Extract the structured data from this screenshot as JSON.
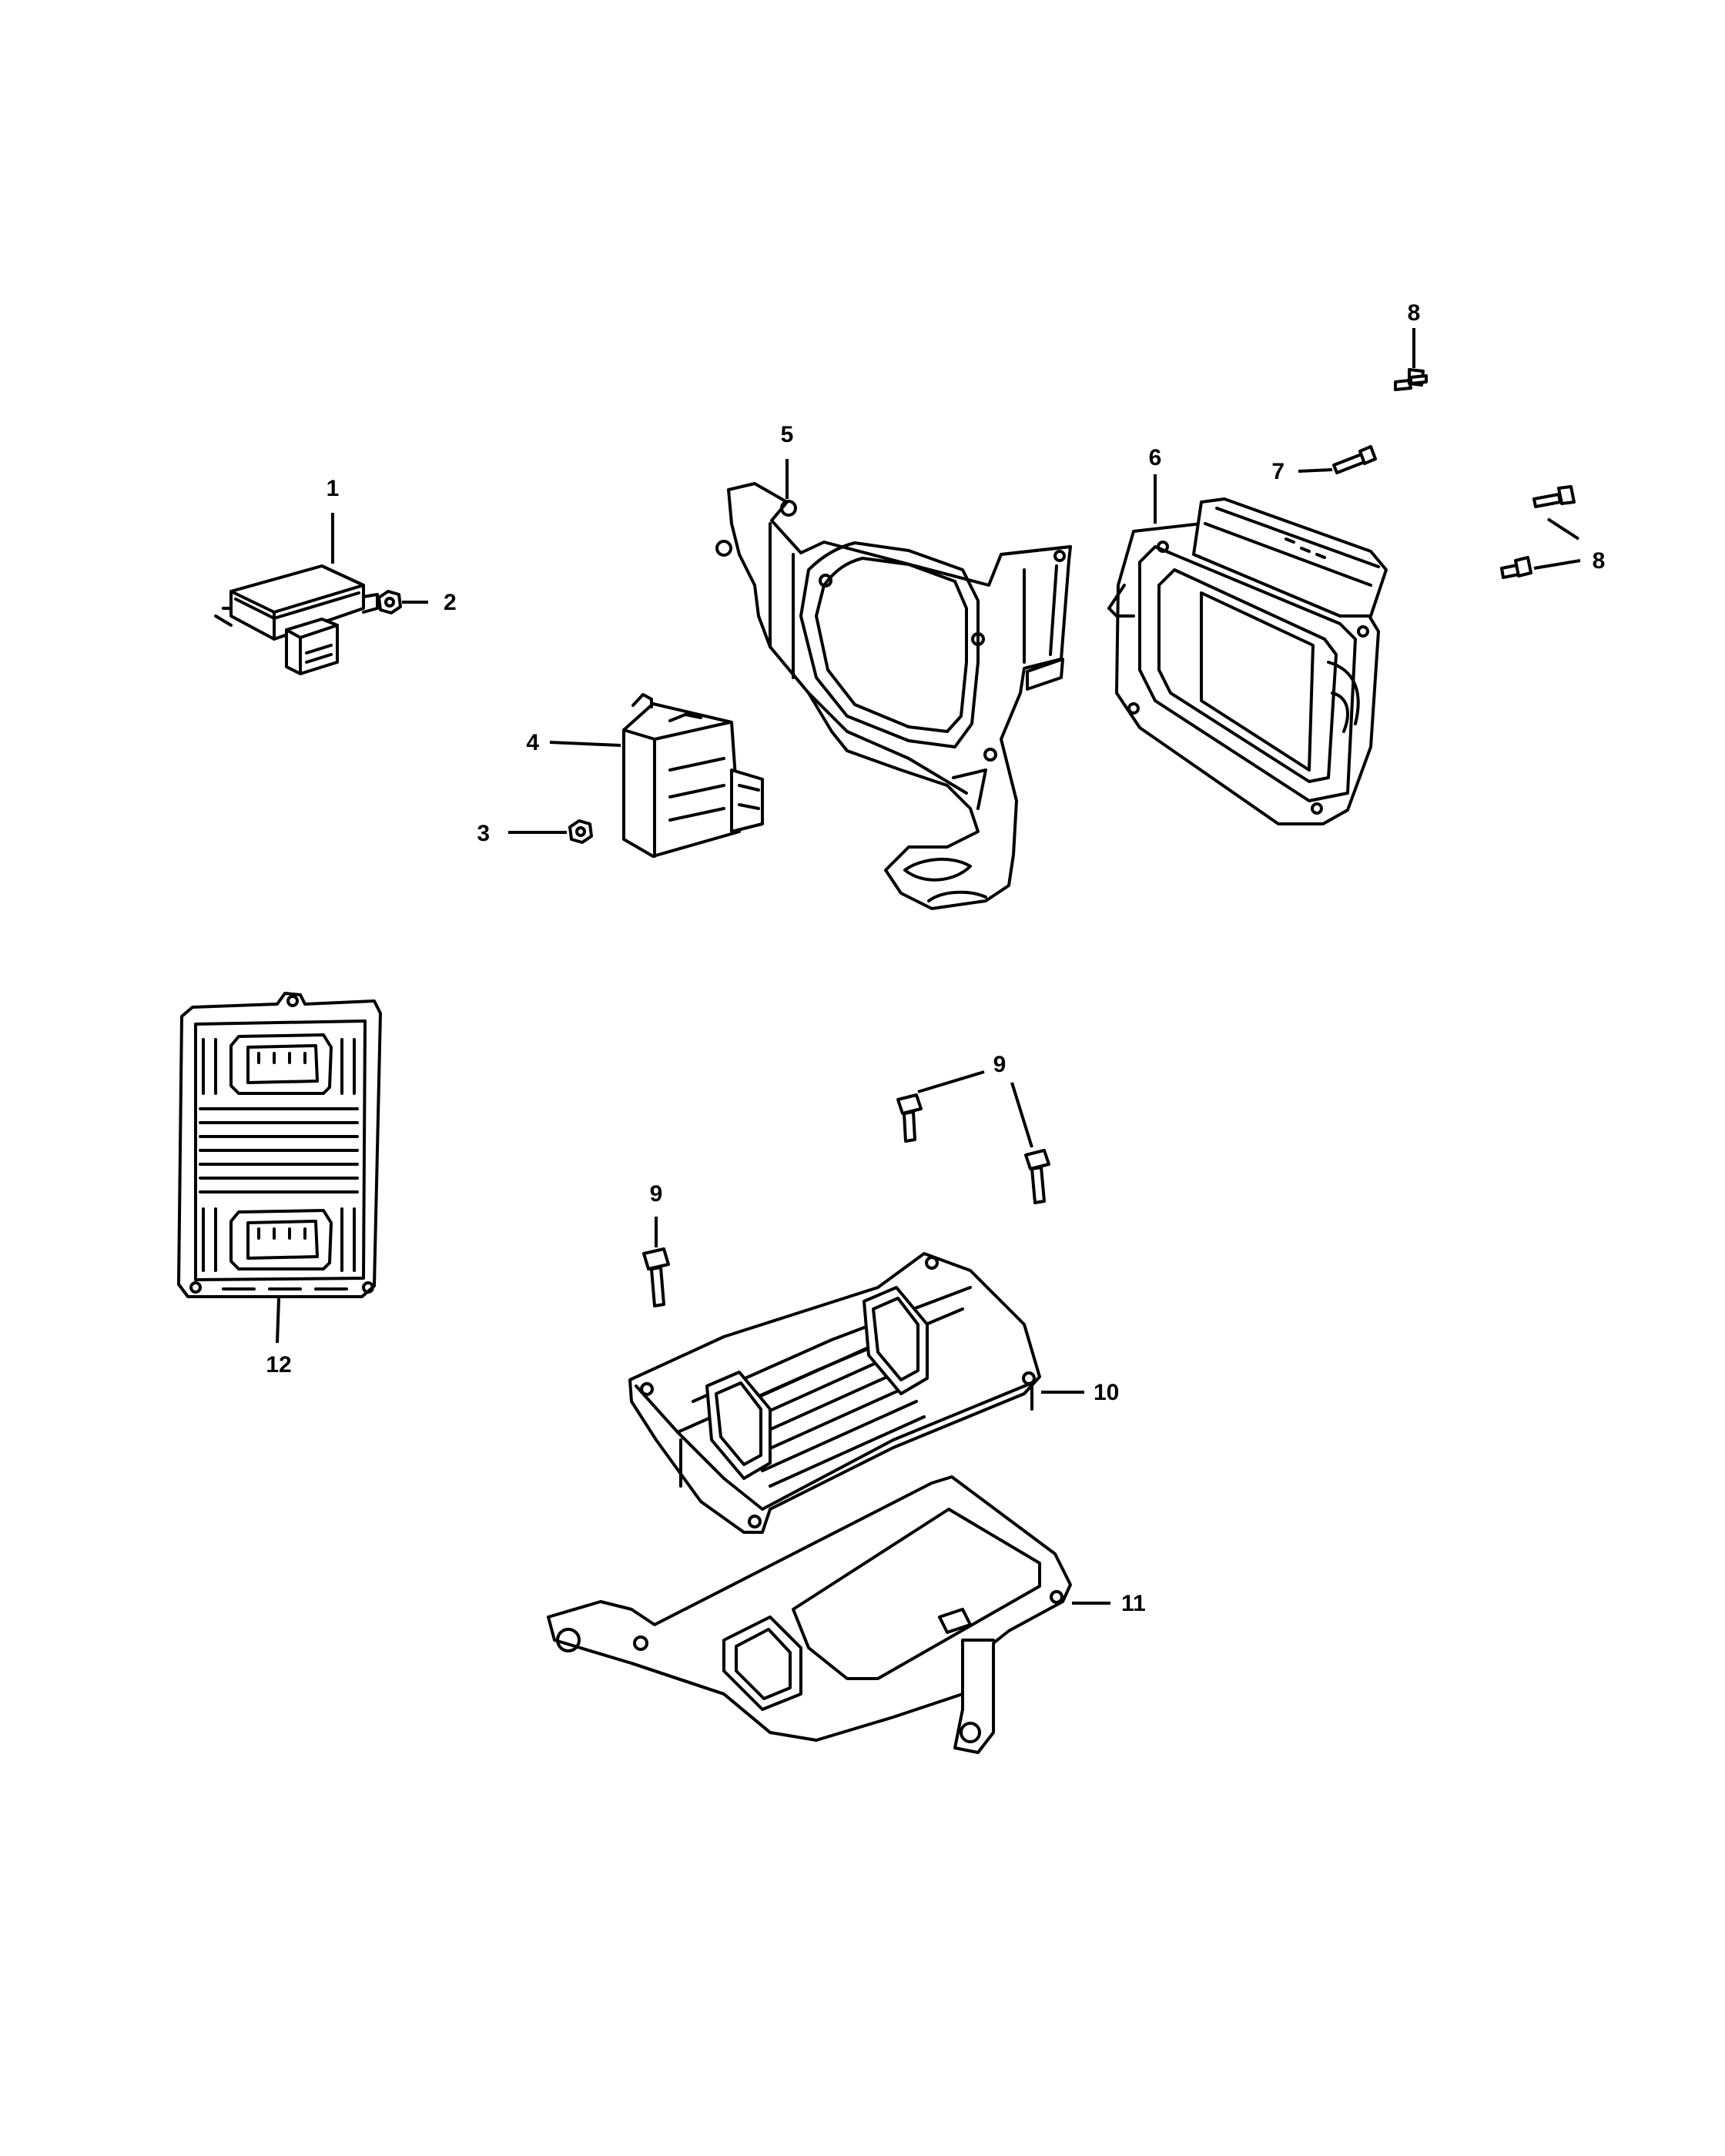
{
  "callouts": [
    {
      "id": "c1",
      "number": "1"
    },
    {
      "id": "c2",
      "number": "2"
    },
    {
      "id": "c3",
      "number": "3"
    },
    {
      "id": "c4",
      "number": "4"
    },
    {
      "id": "c5",
      "number": "5"
    },
    {
      "id": "c6",
      "number": "6"
    },
    {
      "id": "c7",
      "number": "7"
    },
    {
      "id": "c8a",
      "number": "8"
    },
    {
      "id": "c8b",
      "number": "8"
    },
    {
      "id": "c9a",
      "number": "9"
    },
    {
      "id": "c9b",
      "number": "9"
    },
    {
      "id": "c10",
      "number": "10"
    },
    {
      "id": "c11",
      "number": "11"
    },
    {
      "id": "c12",
      "number": "12"
    }
  ],
  "parts": [
    {
      "callout": "1",
      "icon": "small-module-icon"
    },
    {
      "callout": "2",
      "icon": "nut-icon"
    },
    {
      "callout": "3",
      "icon": "nut-icon"
    },
    {
      "callout": "4",
      "icon": "control-module-icon"
    },
    {
      "callout": "5",
      "icon": "bracket-icon"
    },
    {
      "callout": "6",
      "icon": "engine-control-module-icon"
    },
    {
      "callout": "7",
      "icon": "bolt-icon"
    },
    {
      "callout": "8",
      "icon": "bolt-icon"
    },
    {
      "callout": "9",
      "icon": "bolt-icon"
    },
    {
      "callout": "10",
      "icon": "powertrain-control-module-icon"
    },
    {
      "callout": "11",
      "icon": "bracket-icon"
    },
    {
      "callout": "12",
      "icon": "powertrain-control-module-icon"
    }
  ]
}
